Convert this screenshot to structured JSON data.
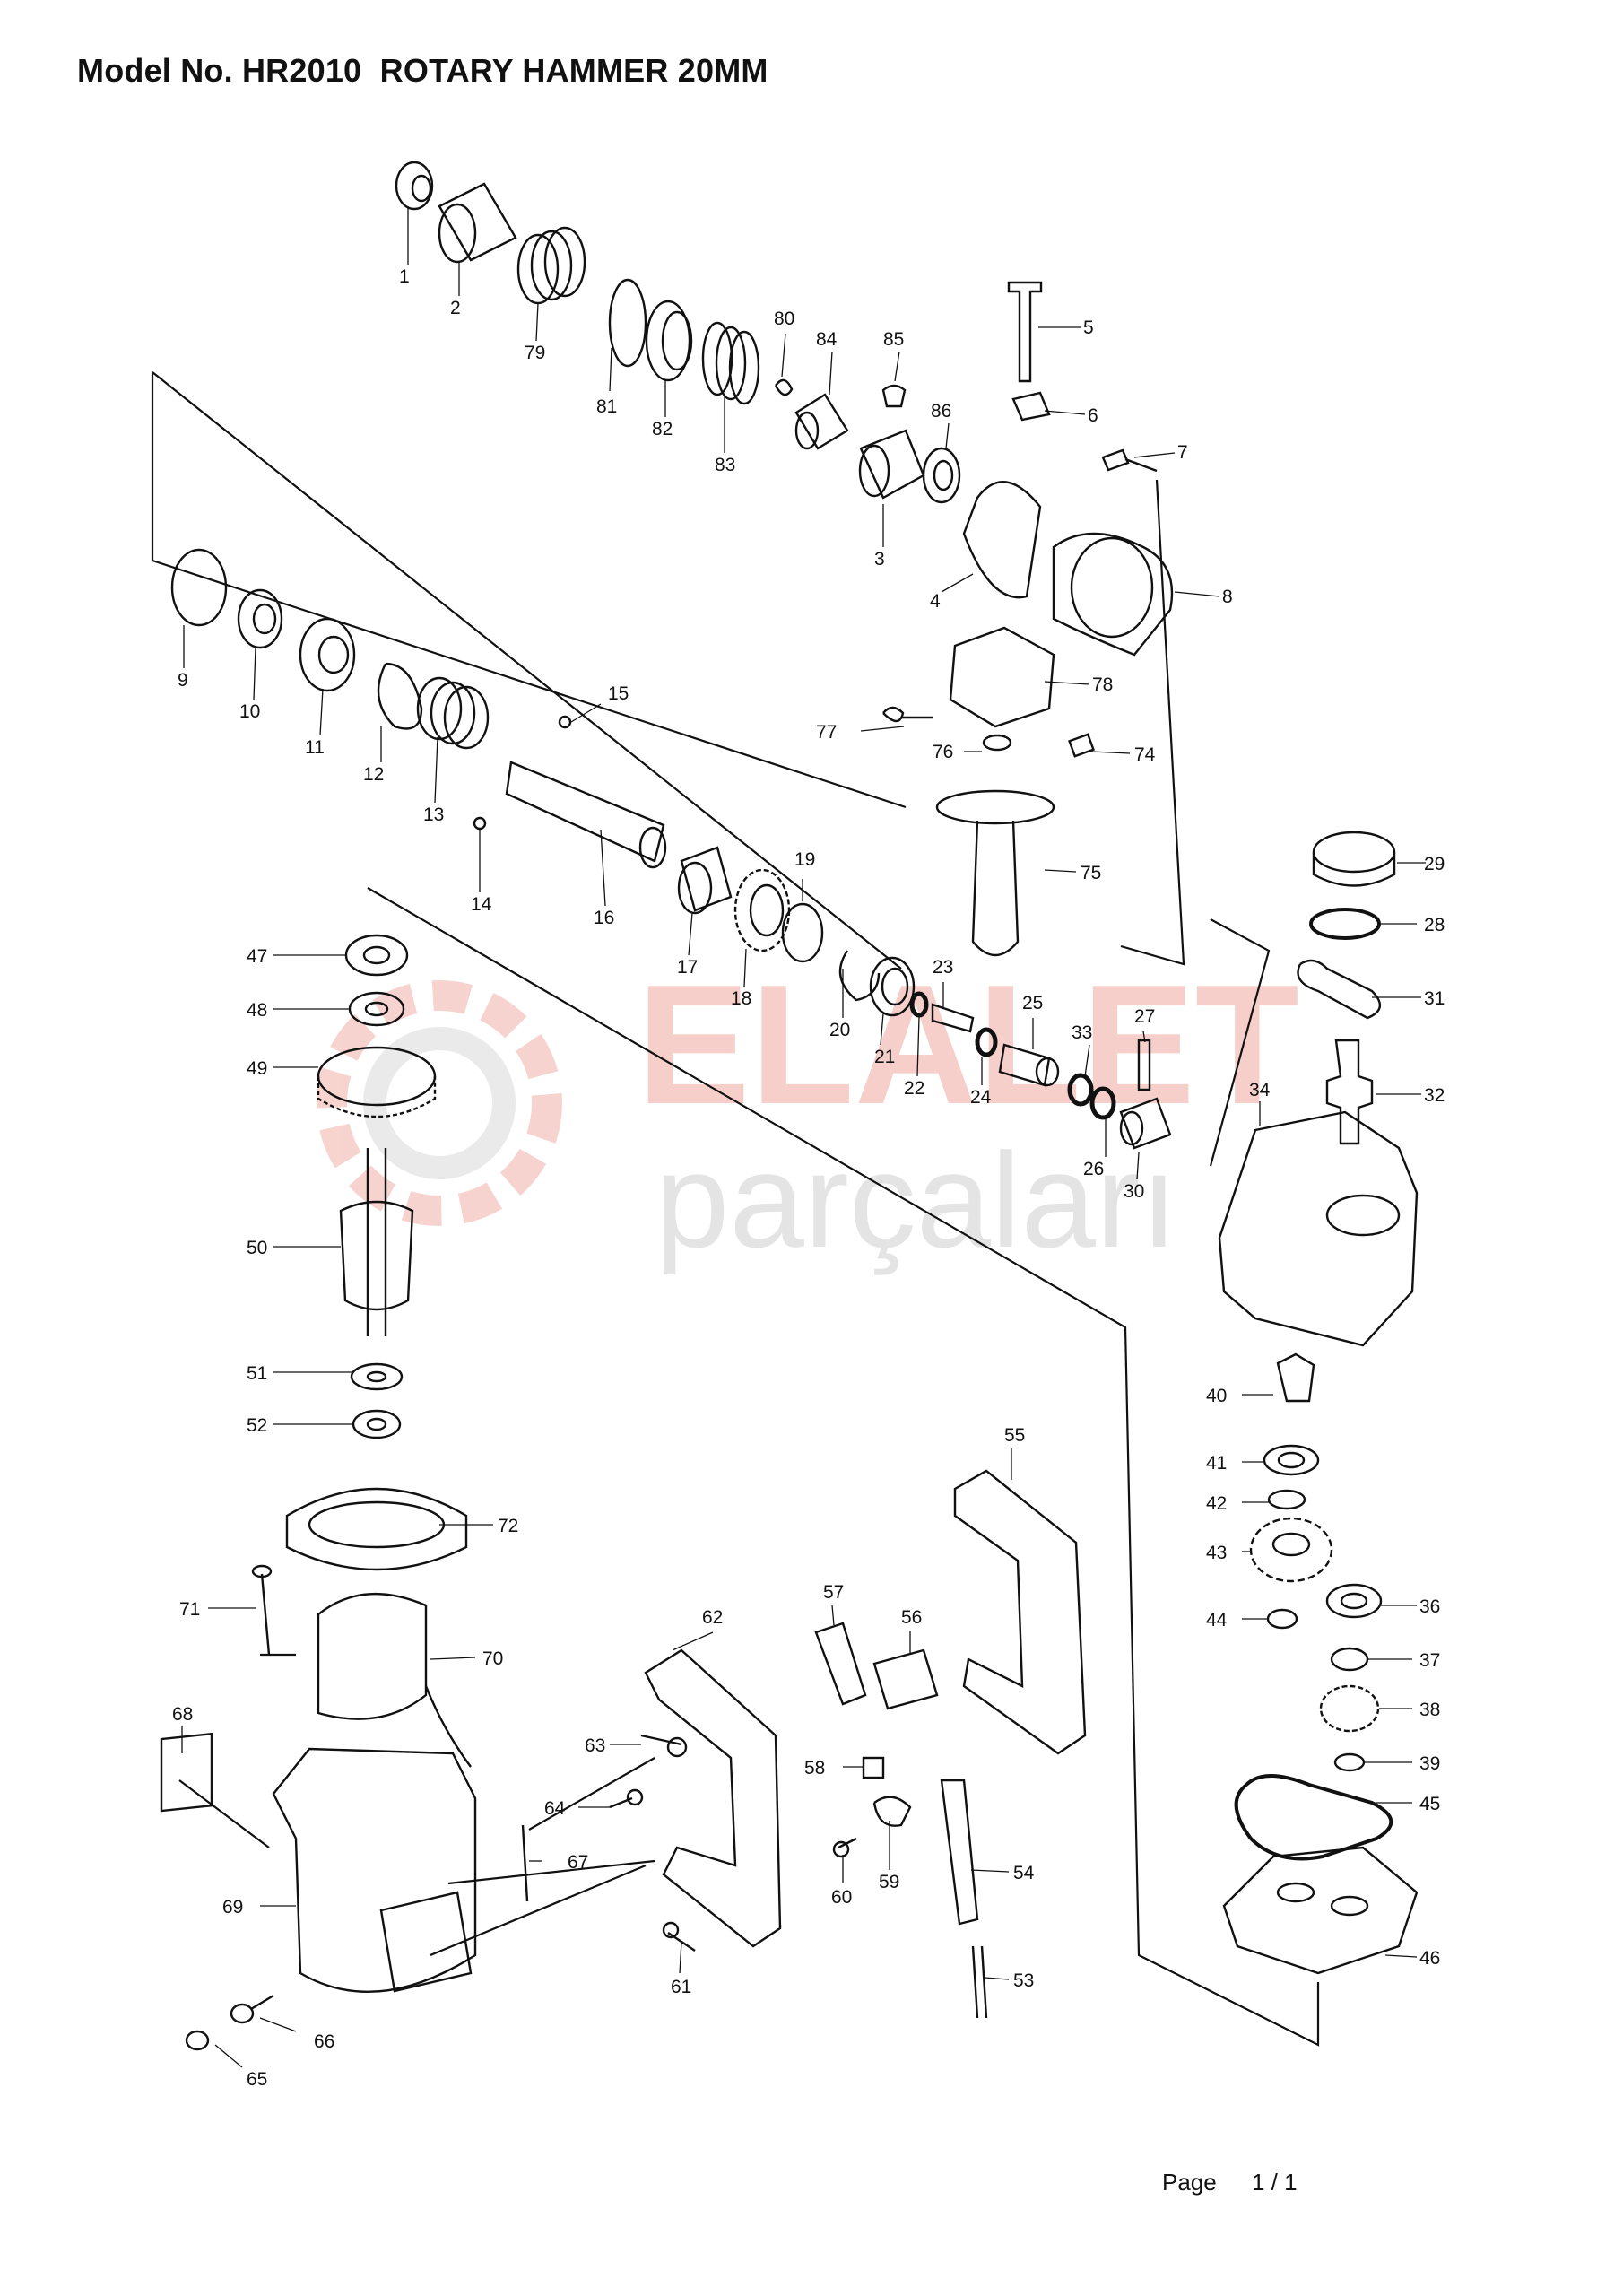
{
  "header": {
    "title": "Model No. HR2010  ROTARY HAMMER 20MM"
  },
  "footer": {
    "page_label": "Page",
    "page_number": "1 / 1"
  },
  "watermark": {
    "brand_line1": "ELALETİ",
    "brand_line2": "parçaları",
    "brand_color": "#f2b0a8",
    "secondary_color": "#d9d9d9",
    "icon": "gear-icon"
  },
  "parts": [
    {
      "no": "1"
    },
    {
      "no": "2"
    },
    {
      "no": "3"
    },
    {
      "no": "4"
    },
    {
      "no": "5"
    },
    {
      "no": "6"
    },
    {
      "no": "7"
    },
    {
      "no": "8"
    },
    {
      "no": "9"
    },
    {
      "no": "10"
    },
    {
      "no": "11"
    },
    {
      "no": "12"
    },
    {
      "no": "13"
    },
    {
      "no": "14"
    },
    {
      "no": "15"
    },
    {
      "no": "16"
    },
    {
      "no": "17"
    },
    {
      "no": "18"
    },
    {
      "no": "19"
    },
    {
      "no": "20"
    },
    {
      "no": "21"
    },
    {
      "no": "22"
    },
    {
      "no": "23"
    },
    {
      "no": "24"
    },
    {
      "no": "25"
    },
    {
      "no": "26"
    },
    {
      "no": "27"
    },
    {
      "no": "28"
    },
    {
      "no": "29"
    },
    {
      "no": "30"
    },
    {
      "no": "31"
    },
    {
      "no": "32"
    },
    {
      "no": "33"
    },
    {
      "no": "34"
    },
    {
      "no": "36"
    },
    {
      "no": "37"
    },
    {
      "no": "38"
    },
    {
      "no": "39"
    },
    {
      "no": "40"
    },
    {
      "no": "41"
    },
    {
      "no": "42"
    },
    {
      "no": "43"
    },
    {
      "no": "44"
    },
    {
      "no": "45"
    },
    {
      "no": "46"
    },
    {
      "no": "47"
    },
    {
      "no": "48"
    },
    {
      "no": "49"
    },
    {
      "no": "50"
    },
    {
      "no": "51"
    },
    {
      "no": "52"
    },
    {
      "no": "53"
    },
    {
      "no": "54"
    },
    {
      "no": "55"
    },
    {
      "no": "56"
    },
    {
      "no": "57"
    },
    {
      "no": "58"
    },
    {
      "no": "59"
    },
    {
      "no": "60"
    },
    {
      "no": "61"
    },
    {
      "no": "62"
    },
    {
      "no": "63"
    },
    {
      "no": "64"
    },
    {
      "no": "65"
    },
    {
      "no": "66"
    },
    {
      "no": "67"
    },
    {
      "no": "68"
    },
    {
      "no": "69"
    },
    {
      "no": "70"
    },
    {
      "no": "71"
    },
    {
      "no": "72"
    },
    {
      "no": "74"
    },
    {
      "no": "75"
    },
    {
      "no": "76"
    },
    {
      "no": "77"
    },
    {
      "no": "78"
    },
    {
      "no": "79"
    },
    {
      "no": "80"
    },
    {
      "no": "81"
    },
    {
      "no": "82"
    },
    {
      "no": "83"
    },
    {
      "no": "84"
    },
    {
      "no": "85"
    },
    {
      "no": "86"
    }
  ]
}
